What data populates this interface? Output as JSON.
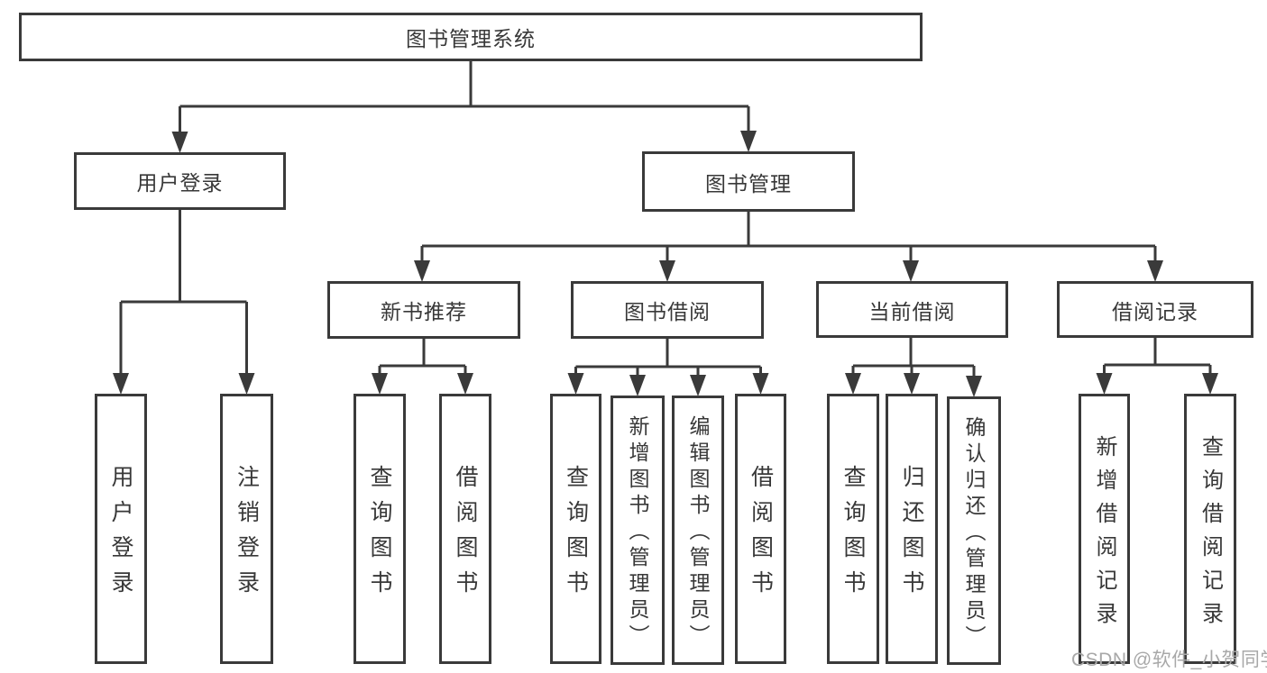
{
  "tree": {
    "root": {
      "label": "图书管理系统"
    },
    "branches": [
      {
        "label": "用户登录",
        "children": [
          {
            "label": "用户登录"
          },
          {
            "label": "注销登录"
          }
        ]
      },
      {
        "label": "图书管理",
        "children": [
          {
            "label": "新书推荐",
            "children": [
              {
                "label": "查询图书"
              },
              {
                "label": "借阅图书"
              }
            ]
          },
          {
            "label": "图书借阅",
            "children": [
              {
                "label": "查询图书"
              },
              {
                "label": "新增图书（管理员）"
              },
              {
                "label": "编辑图书（管理员）"
              },
              {
                "label": "借阅图书"
              }
            ]
          },
          {
            "label": "当前借阅",
            "children": [
              {
                "label": "查询图书"
              },
              {
                "label": "归还图书"
              },
              {
                "label": "确认归还（管理员）"
              }
            ]
          },
          {
            "label": "借阅记录",
            "children": [
              {
                "label": "新增借阅记录"
              },
              {
                "label": "查询借阅记录"
              }
            ]
          }
        ]
      }
    ]
  },
  "watermark": "CSDN @软件_小贺同学",
  "colors": {
    "line": "#3a3a3a",
    "text": "#383838",
    "watermark": "#a8a8a8",
    "background": "#ffffff"
  }
}
